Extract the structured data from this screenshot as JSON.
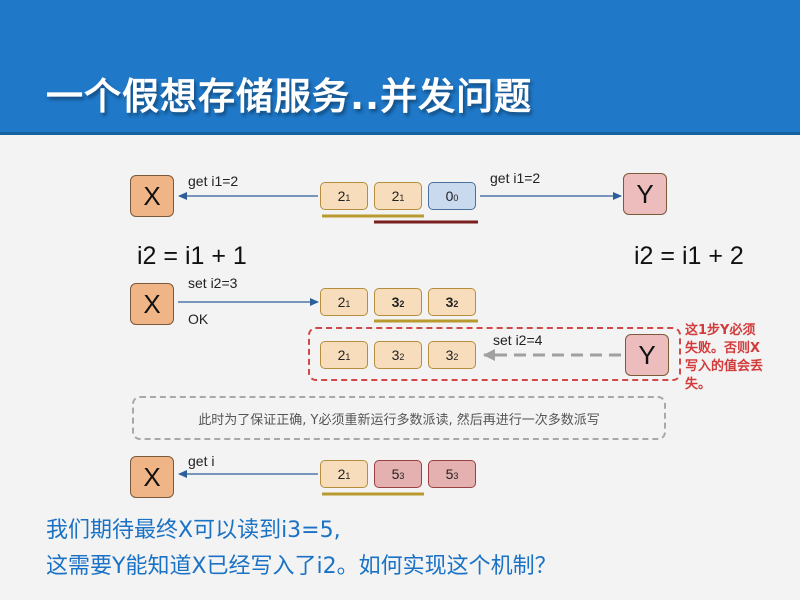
{
  "title": "一个假想存储服务..并发问题",
  "colors": {
    "header": "#1f78c8",
    "x_node": "#efb586",
    "y_node": "#edbcbc",
    "cell": "#f7ddbc",
    "cell_blue": "#c9d9ee",
    "cell_red": "#e4b0b0",
    "note_red": "#d23b3b",
    "bottom_text": "#1a72c6"
  },
  "nodes": {
    "x": "X",
    "y": "Y"
  },
  "row1": {
    "x_label": "get i1=2",
    "y_label": "get i1=2",
    "cells": [
      {
        "value": "2",
        "sub": "1"
      },
      {
        "value": "2",
        "sub": "1"
      },
      {
        "value": "0",
        "sub": "0"
      }
    ]
  },
  "formula_x": "i2 = i1 + 1",
  "formula_y": "i2 = i1 + 2",
  "row2": {
    "label_top": "set i2=3",
    "label_bottom": "OK",
    "cells": [
      {
        "value": "2",
        "sub": "1"
      },
      {
        "value": "3",
        "sub": "2"
      },
      {
        "value": "3",
        "sub": "2"
      }
    ]
  },
  "row3": {
    "label": "set i2=4",
    "cells": [
      {
        "value": "2",
        "sub": "1"
      },
      {
        "value": "3",
        "sub": "2"
      },
      {
        "value": "3",
        "sub": "2"
      }
    ],
    "note": "这1步Y必须失败。否则X写入的值会丢失。"
  },
  "notice": "此时为了保证正确, Y必须重新运行多数派读, 然后再进行一次多数派写",
  "row4": {
    "label": "get i",
    "cells": [
      {
        "value": "2",
        "sub": "1"
      },
      {
        "value": "5",
        "sub": "3"
      },
      {
        "value": "5",
        "sub": "3"
      }
    ]
  },
  "bottom_line1": "我们期待最终X可以读到i3=5,",
  "bottom_line2": "这需要Y能知道X已经写入了i2。如何实现这个机制？"
}
